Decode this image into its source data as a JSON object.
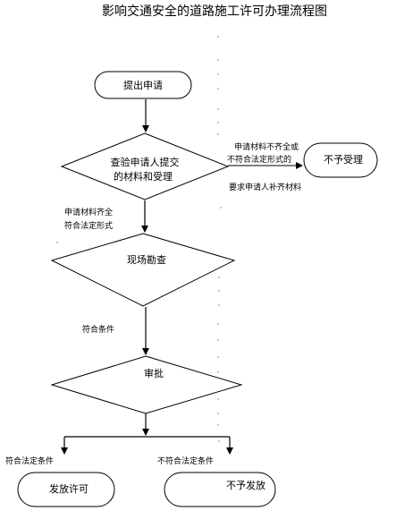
{
  "title": "影响交通安全的道路施工许可办理流程图",
  "nodes": {
    "apply": "提出申请",
    "verify_line1": "查验申请人提交",
    "verify_line2": "的材料和受理",
    "reject_accept": "不予受理",
    "survey": "现场勘查",
    "approve": "审批",
    "grant": "发放许可",
    "deny": "不予发放"
  },
  "edges": {
    "incomplete_line1": "申请材料不齐全或",
    "incomplete_line2": "不符合法定形式的",
    "require_supplement": "要求申请人补齐材料",
    "complete_line1": "申请材料齐全",
    "complete_line2": "符合法定形式",
    "meets_conditions": "符合条件",
    "left_conditions": "符合法定条件",
    "right_conditions": "不符合法定条件"
  }
}
